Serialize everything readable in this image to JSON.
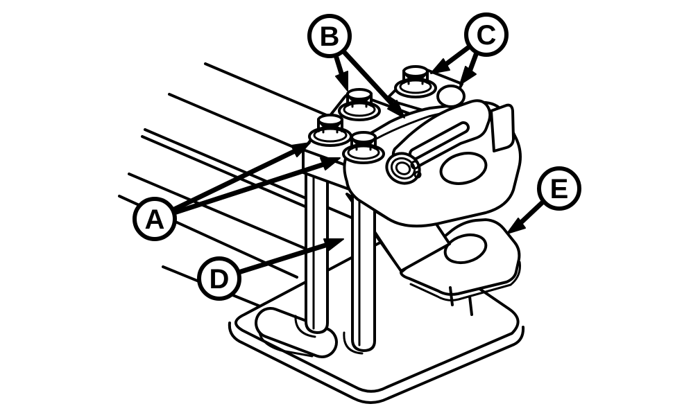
{
  "figure": {
    "background_color": "#ffffff",
    "line_color": "#000000",
    "description": "Black-and-white technical line illustration of a bolted terminal bracket assembly on a slotted mounting base, with lettered callout balloons and arrows"
  },
  "callouts": [
    {
      "label": "A",
      "arrow_count": 2,
      "target": "hex flange bolts, left pair"
    },
    {
      "label": "B",
      "arrow_count": 2,
      "target": "upper nut and retainer lever"
    },
    {
      "label": "C",
      "arrow_count": 2,
      "target": "top bolt and round stud"
    },
    {
      "label": "D",
      "arrow_count": 1,
      "target": "stud between posts"
    },
    {
      "label": "E",
      "arrow_count": 1,
      "target": "flat mounting bracket"
    }
  ]
}
